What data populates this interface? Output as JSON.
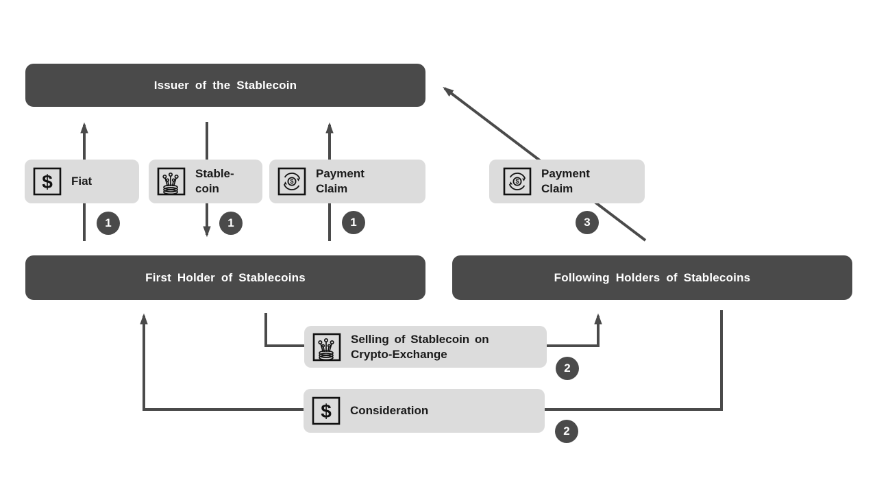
{
  "colors": {
    "dark": "#4a4a4a",
    "light_box": "#dcdcdc",
    "line": "#4a4a4a",
    "text_dark": "#1a1a1a",
    "text_light": "#ffffff",
    "background": "#ffffff"
  },
  "bars": {
    "issuer": "Issuer of the Stablecoin",
    "first_holder": "First Holder of Stablecoins",
    "following_holders": "Following Holders of Stablecoins"
  },
  "boxes": {
    "fiat": {
      "label": "Fiat",
      "icon": "dollar-icon"
    },
    "stablecoin": {
      "label": "Stable-coin",
      "icon": "stablecoin-icon"
    },
    "payment_claim_left": {
      "label": "Payment Claim",
      "icon": "payment-claim-icon"
    },
    "payment_claim_right": {
      "label": "Payment Claim",
      "icon": "payment-claim-icon"
    },
    "selling": {
      "label": "Selling of Stablecoin on Crypto-Exchange",
      "icon": "stablecoin-icon"
    },
    "consideration": {
      "label": "Consideration",
      "icon": "dollar-icon"
    }
  },
  "badges": {
    "fiat_step": "1",
    "stablecoin_step": "1",
    "payment_claim_step": "1",
    "selling_step": "2",
    "consideration_step": "2",
    "following_payment_claim_step": "3"
  },
  "icons": {
    "dollar_glyph": "$",
    "payment_center_glyph": "$"
  }
}
